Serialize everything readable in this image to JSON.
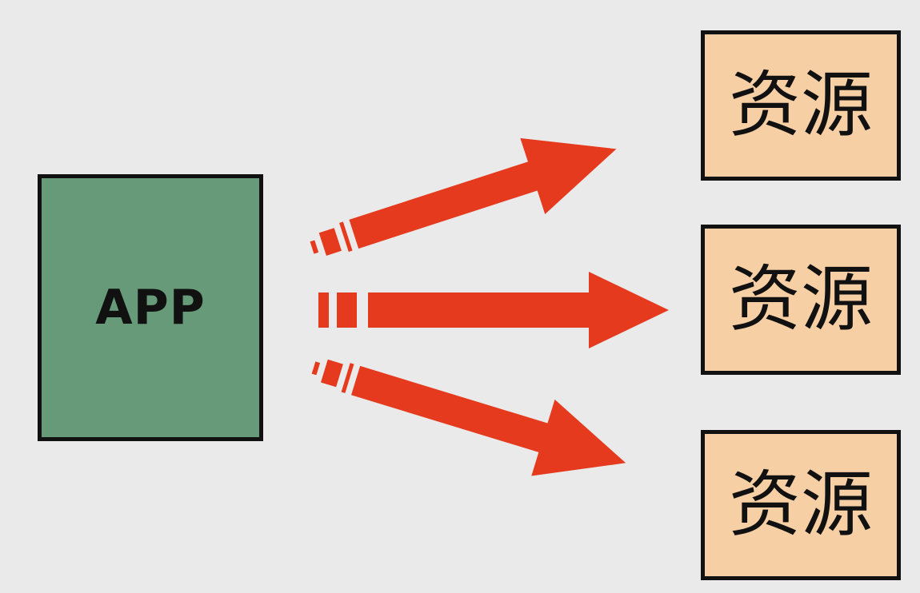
{
  "app": {
    "label": "APP"
  },
  "resources": [
    {
      "label": "资源"
    },
    {
      "label": "资源"
    },
    {
      "label": "资源"
    }
  ],
  "colors": {
    "background": "#eaeaea",
    "app_fill": "#669a78",
    "resource_fill": "#f7cfa4",
    "arrow": "#e63a1e",
    "border": "#111111"
  }
}
